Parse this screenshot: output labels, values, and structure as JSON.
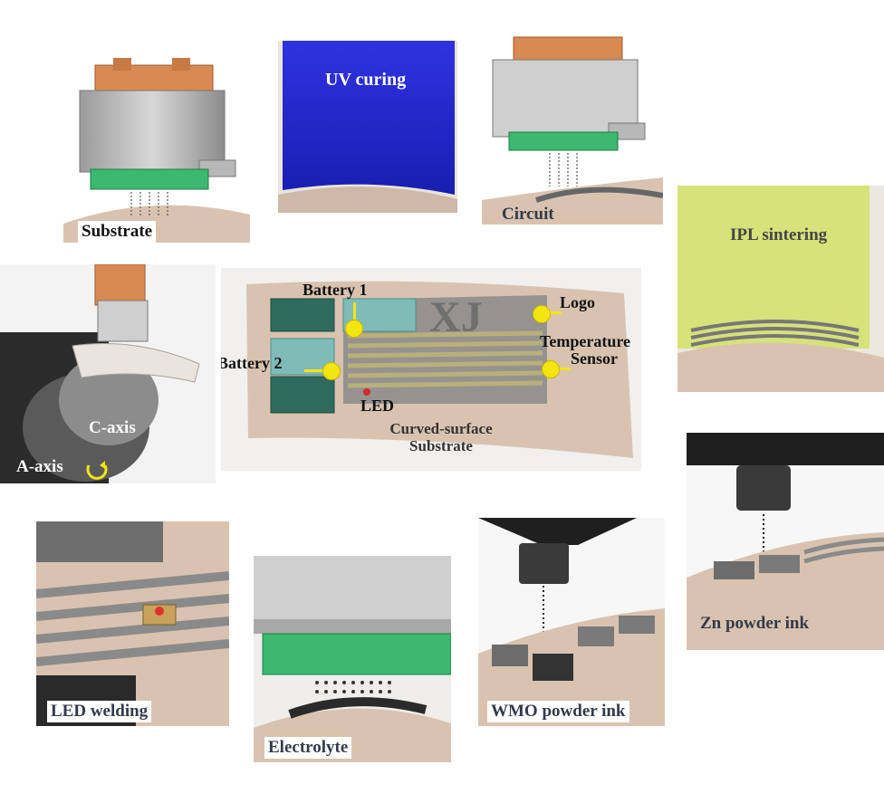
{
  "panels": {
    "substrate": "Substrate",
    "uv": "UV curing",
    "circuit": "Circuit",
    "ipl": "IPL sintering",
    "axes": {
      "c_axis": "C-axis",
      "a_axis": "A-axis"
    },
    "led_welding": "LED welding",
    "electrolyte": "Electrolyte",
    "wmo": "WMO powder ink",
    "zn": "Zn powder ink"
  },
  "center": {
    "battery1": "Battery 1",
    "battery2": "Battery 2",
    "logo": "Logo",
    "temp_line1": "Temperature",
    "temp_line2": "Sensor",
    "led": "LED",
    "substrate_line1": "Curved-surface",
    "substrate_line2": "Substrate"
  },
  "colors": {
    "callout": "#f4e410",
    "uv_blue": "#2a2fd6",
    "ipl_green": "#d6e27a",
    "nozzle_orange": "#d98a52",
    "pcb_green": "#3cb871",
    "substrate_beige": "#d9c3b0"
  }
}
